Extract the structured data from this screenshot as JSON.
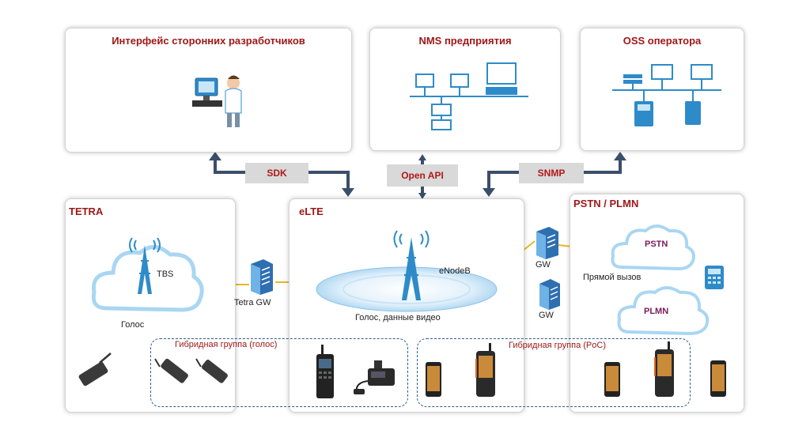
{
  "top_boxes": {
    "sdk_interface": {
      "title": "Интерфейс сторонних разработчиков"
    },
    "nms": {
      "title": "NMS предприятия"
    },
    "oss": {
      "title": "OSS оператора"
    }
  },
  "apis": {
    "sdk": "SDK",
    "open_api": "Open API",
    "snmp": "SNMP"
  },
  "tetra": {
    "title": "TETRA",
    "tbs_label": "TBS",
    "voice_label": "Голос",
    "gateway_label": "Tetra GW"
  },
  "elte": {
    "title": "eLTE",
    "enodeb_label": "eNodeB",
    "services_label": "Голос, данные видео"
  },
  "pstn_plmn": {
    "title": "PSTN / PLMN",
    "pstn_label": "PSTN",
    "plmn_label": "PLMN",
    "direct_call_label": "Прямой вызов",
    "gw1_label": "GW",
    "gw2_label": "GW"
  },
  "hybrid_groups": {
    "voice": "Гибридная группа (голос)",
    "poc": "Гибридная группа (PoC)"
  },
  "colors": {
    "title_red": "#a01818",
    "arrow_blue": "#3b4e6b",
    "link_yellow": "#e8b820",
    "device_blue": "#2e8bc9",
    "dashed_border": "#2a5d8f"
  }
}
